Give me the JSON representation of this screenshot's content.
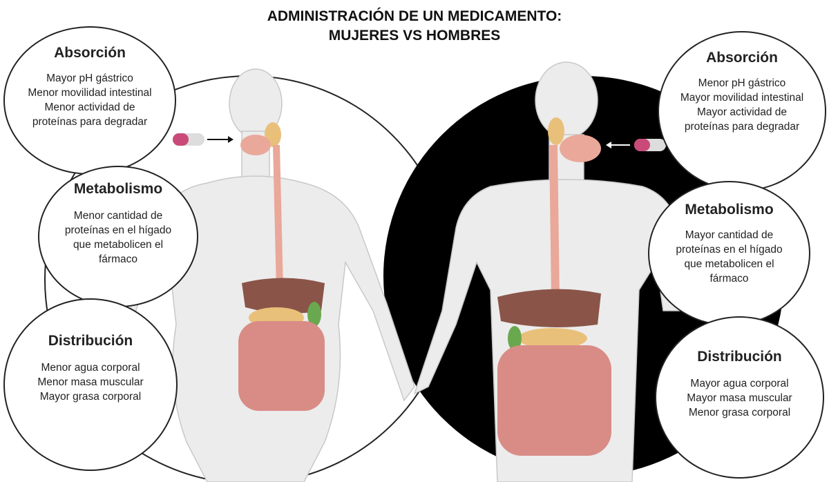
{
  "title": {
    "line1": "ADMINISTRACIÓN DE UN MEDICAMENTO:",
    "line2": "MUJERES VS HOMBRES"
  },
  "women": {
    "absorption": {
      "heading": "Absorción",
      "lines": [
        "Mayor pH gástrico",
        "Menor movilidad intestinal",
        "Menor actividad de",
        "proteínas para degradar"
      ]
    },
    "metabolism": {
      "heading": "Metabolismo",
      "lines": [
        "Menor cantidad de",
        "proteínas en el hígado",
        "que metabolicen el",
        "fármaco"
      ]
    },
    "distribution": {
      "heading": "Distribución",
      "lines": [
        "Menor agua corporal",
        "Menor masa muscular",
        "Mayor grasa corporal"
      ]
    }
  },
  "men": {
    "absorption": {
      "heading": "Absorción",
      "lines": [
        "Menor pH gástrico",
        "Mayor movilidad intestinal",
        "Mayor actividad de",
        "proteínas para degradar"
      ]
    },
    "metabolism": {
      "heading": "Metabolismo",
      "lines": [
        "Mayor cantidad de",
        "proteínas en el hígado",
        "que metabolicen el",
        "fármaco"
      ]
    },
    "distribution": {
      "heading": "Distribución",
      "lines": [
        "Mayor agua corporal",
        "Mayor masa muscular",
        "Menor grasa corporal"
      ]
    }
  },
  "colors": {
    "skin": "#ececec",
    "esophagus": "#e9a89a",
    "liver": "#8a5548",
    "intestine": "#d98c86",
    "pancreas": "#e9c07a",
    "pill": "#c94a78"
  }
}
